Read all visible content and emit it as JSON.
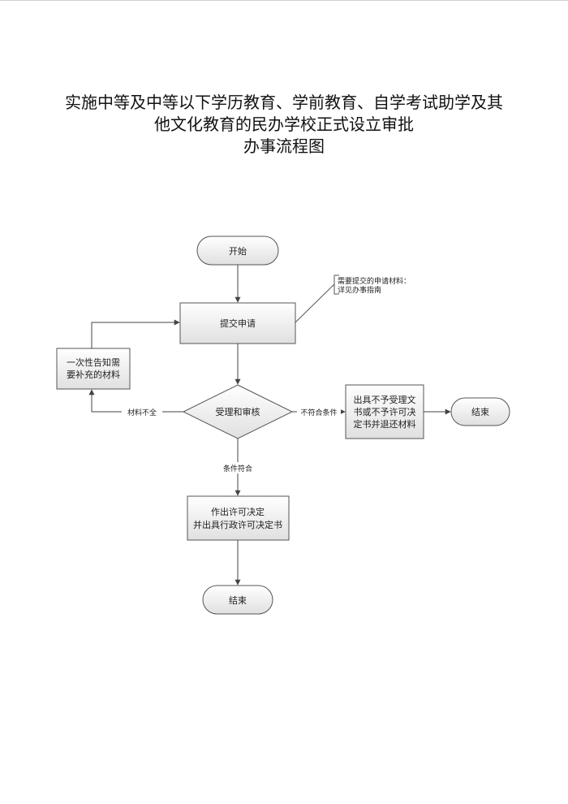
{
  "title": {
    "line1": "实施中等及中等以下学历教育、学前教育、自学考试助学及其",
    "line2": "他文化教育的民办学校正式设立审批",
    "line3": "办事流程图"
  },
  "flow": {
    "start": "开始",
    "submit": "提交申请",
    "note_line1": "需要提交的申请材料：",
    "note_line2": "详见办事指南",
    "notify_line1": "一次性告知需",
    "notify_line2": "要补充的材料",
    "review": "受理和审核",
    "incomplete_label": "材料不全",
    "not_meet_label": "不符合条件",
    "reject_line1": "出具不予受理文",
    "reject_line2": "书或不予许可决",
    "reject_line3": "定书并退还材料",
    "end_right": "结束",
    "meet_label": "条件符合",
    "decision_line1": "作出许可决定",
    "decision_line2": "并出具行政许可决定书",
    "end_bottom": "结束"
  },
  "colors": {
    "box_fill_top": "#ffffff",
    "box_fill_bottom": "#e2e2e2",
    "stroke": "#555555",
    "arrow": "#444444"
  }
}
